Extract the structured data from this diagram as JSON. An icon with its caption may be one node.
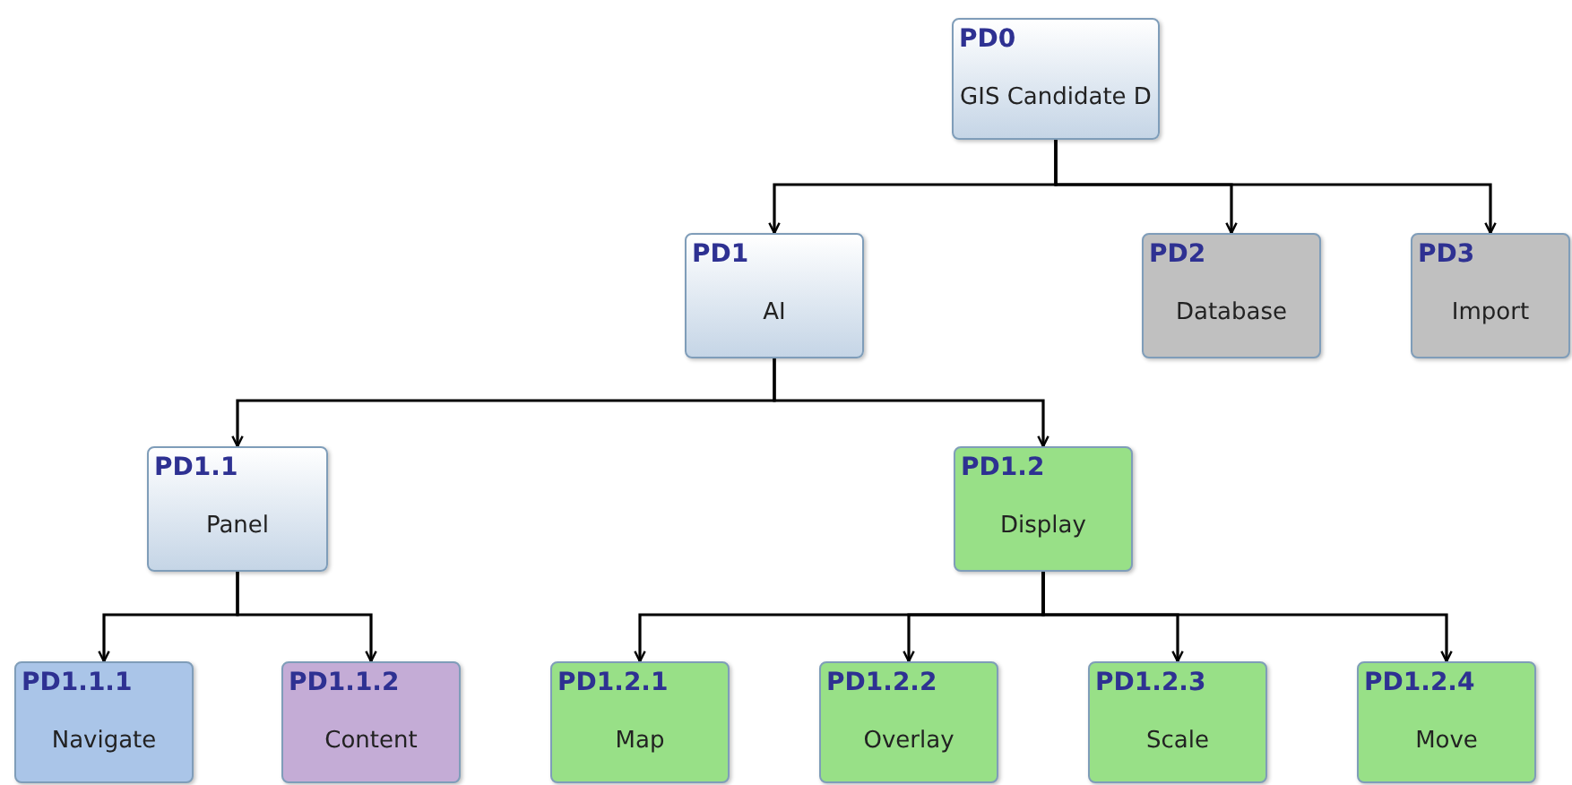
{
  "diagram": {
    "nodes": [
      {
        "text": [
          "PD0",
          "GIS Candidate D"
        ]
      },
      {
        "text": [
          "PD1",
          "AI"
        ]
      },
      {
        "text": [
          "PD2",
          "Database"
        ]
      },
      {
        "text": [
          "PD3",
          "Import"
        ]
      },
      {
        "text": [
          "PD1.1",
          "Panel"
        ]
      },
      {
        "text": [
          "PD1.2",
          "Display"
        ]
      },
      {
        "text": [
          "PD1.1.1",
          "Navigate"
        ]
      },
      {
        "text": [
          "PD1.1.2",
          "Content"
        ]
      },
      {
        "text": [
          "PD1.2.1",
          "Map"
        ]
      },
      {
        "text": [
          "PD1.2.2",
          "Overlay"
        ]
      },
      {
        "text": [
          "PD1.2.3",
          "Scale"
        ]
      },
      {
        "text": [
          "PD1.2.4",
          "Move"
        ]
      }
    ],
    "edges": [
      {
        "from": 0,
        "to": 1,
        "arrow": "to"
      },
      {
        "from": 0,
        "to": 2,
        "arrow": "to"
      },
      {
        "from": 0,
        "to": 3,
        "arrow": "to"
      },
      {
        "from": 1,
        "to": 4,
        "arrow": "to"
      },
      {
        "from": 1,
        "to": 5,
        "arrow": "to"
      },
      {
        "from": 4,
        "to": 6,
        "arrow": "to"
      },
      {
        "from": 4,
        "to": 7,
        "arrow": "to"
      },
      {
        "from": 5,
        "to": 8,
        "arrow": "to"
      },
      {
        "from": 5,
        "to": 9,
        "arrow": "to"
      },
      {
        "from": 5,
        "to": 10,
        "arrow": "to"
      },
      {
        "from": 5,
        "to": 11,
        "arrow": "to"
      }
    ]
  }
}
